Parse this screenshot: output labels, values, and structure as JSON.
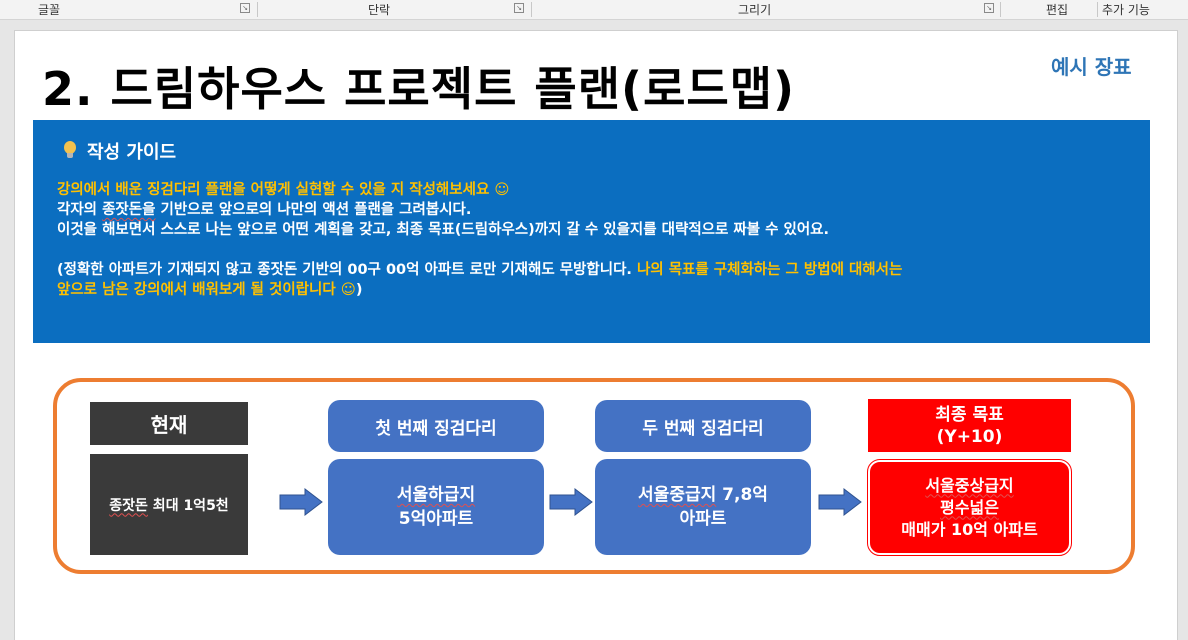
{
  "ribbon": {
    "groups": [
      "글꼴",
      "단락",
      "그리기",
      "편집",
      "추가 기능"
    ]
  },
  "slide": {
    "title": "2. 드림하우스 프로젝트 플랜(로드맵)",
    "sample_label": "예시 장표",
    "guide": {
      "heading": "작성 가이드",
      "line1": "강의에서 배운 징검다리 플랜을 어떻게 실현할 수 있을 지 작성해보세요 ☺",
      "line2_a": "각자의 ",
      "line2_b": "종잣돈을",
      "line2_c": " 기반으로 앞으로의 나만의 액션 플랜을 그려봅시다.",
      "line3": "이것을 해보면서 스스로 나는 앞으로 어떤 계획을 갖고, 최종 목표(드림하우스)까지 갈 수 있을지를 대략적으로 짜볼 수 있어요.",
      "line4_white": "(정확한 아파트가 기재되지 않고 종잣돈 기반의 00구 00억 아파트 로만 기재해도 무방합니다. ",
      "line4_yellow": "나의 목표를 구체화하는 그 방법에 대해서는",
      "line5_yellow": "앞으로 남은 강의에서 배워보게 될 것이랍니다 ☺",
      "line5_white": ")"
    },
    "roadmap": {
      "current": {
        "header": "현재",
        "content_a": "종잣돈",
        "content_b": " 최대 1억5천"
      },
      "step1": {
        "header": "첫 번째 징검다리",
        "content_line1": "서울하급지",
        "content_line2": "5억아파트"
      },
      "step2": {
        "header": "두 번째 징검다리",
        "content_line1_a": "서울중급지",
        "content_line1_b": " 7,8억",
        "content_line2": "아파트"
      },
      "goal": {
        "header_line1": "최종 목표",
        "header_line2": "(Y+10)",
        "content_line1": "서울중상급지",
        "content_line2": "평수넓은",
        "content_line3": "매매가 10억 아파트"
      }
    },
    "colors": {
      "guide_bg": "#0b6ec0",
      "highlight": "#ffc000",
      "step_blue": "#4472c4",
      "goal_red": "#ff0000",
      "frame": "#ed7d31",
      "current_dark": "#3a3a3a"
    }
  }
}
